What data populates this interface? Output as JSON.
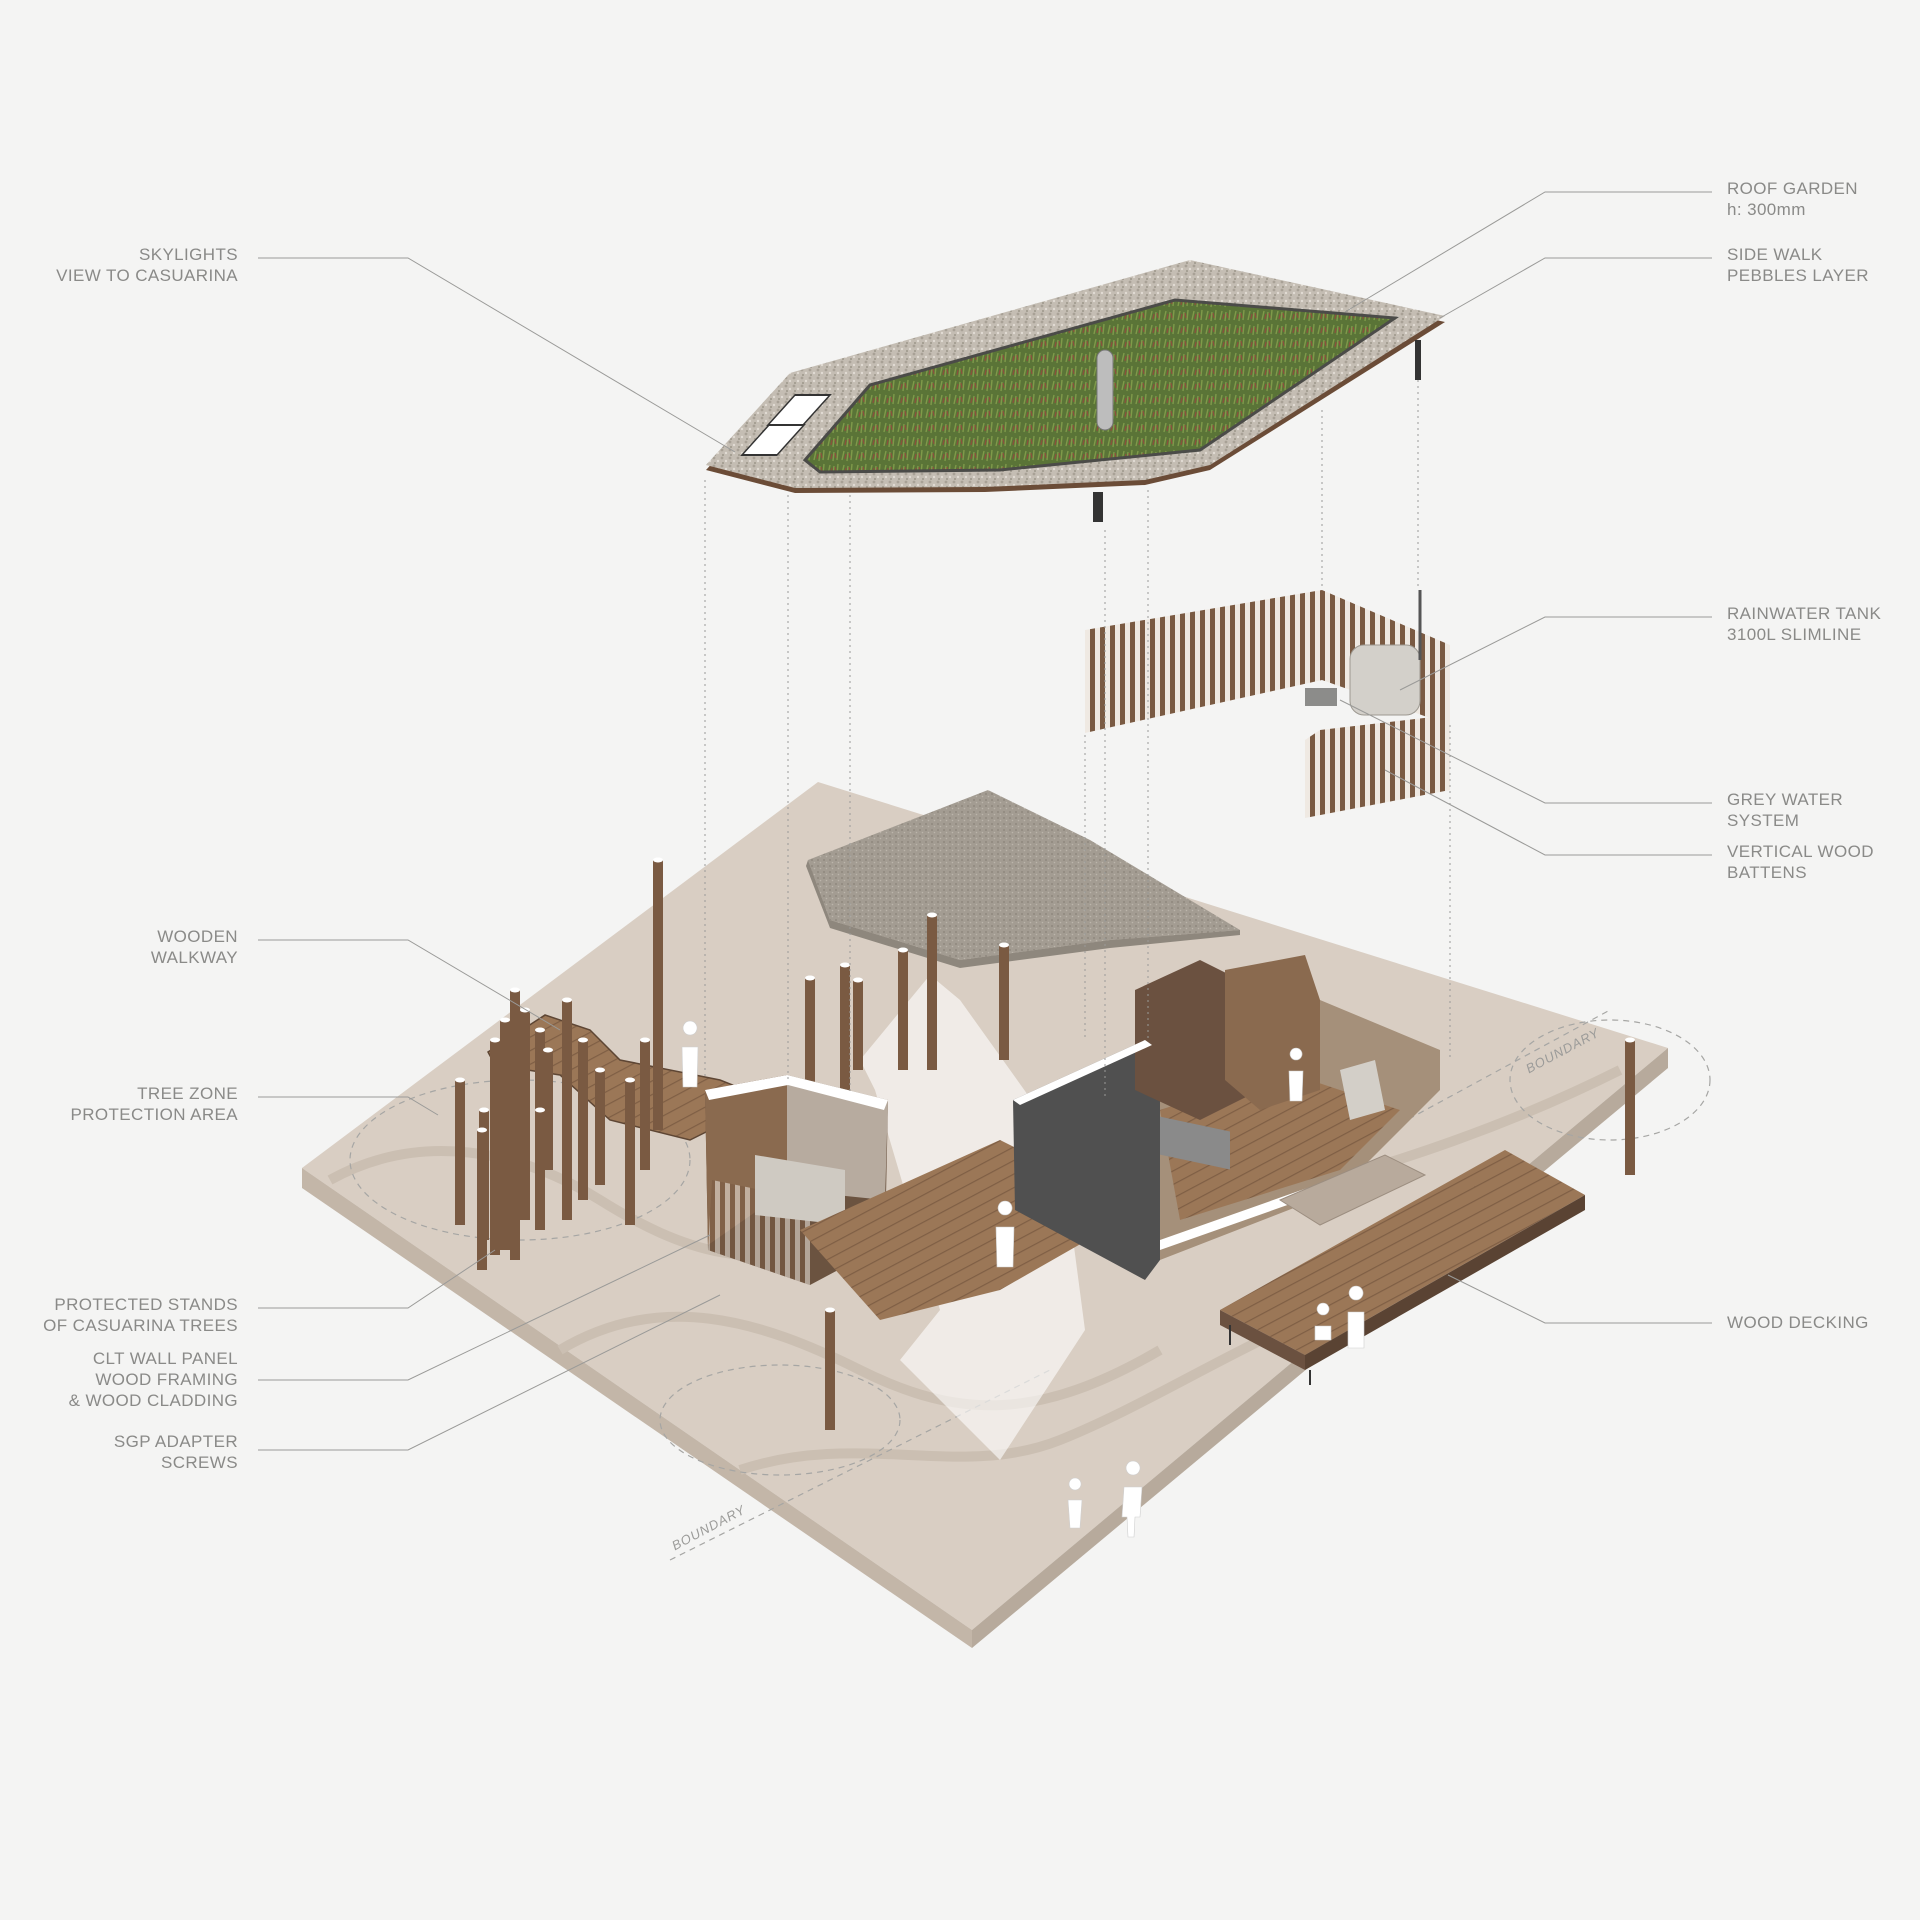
{
  "colors": {
    "background": "#f4f4f3",
    "ground_top": "#d8cdc2",
    "ground_side": "#c9bdb0",
    "wood": "#8a6a4f",
    "wood_dark": "#5e4634",
    "roof_green": "#5f7a3b",
    "pebbles": "#bdb6ac",
    "leader": "#9a9a98",
    "arrow": "#ffffff"
  },
  "labels": {
    "skylights": [
      "SKYLIGHTS",
      "VIEW TO CASUARINA"
    ],
    "roof_garden": [
      "ROOF GARDEN",
      "h: 300mm"
    ],
    "side_walk": [
      "SIDE WALK",
      "PEBBLES LAYER"
    ],
    "rainwater_tank": [
      "RAINWATER TANK",
      "3100L SLIMLINE"
    ],
    "grey_water": [
      "GREY WATER",
      "SYSTEM"
    ],
    "vertical_battens": [
      "VERTICAL WOOD",
      "BATTENS"
    ],
    "wooden_walkway": [
      "WOODEN",
      "WALKWAY"
    ],
    "tree_zone": [
      "TREE ZONE",
      "PROTECTION AREA"
    ],
    "protected_stands": [
      "PROTECTED STANDS",
      "OF CASUARINA TREES"
    ],
    "clt_panel": [
      "CLT WALL PANEL",
      "WOOD FRAMING",
      "& WOOD CLADDING"
    ],
    "sgp_screws": [
      "SGP ADAPTER",
      "SCREWS"
    ],
    "wood_decking": [
      "WOOD DECKING"
    ]
  },
  "boundary_labels": [
    "BOUNDARY",
    "BOUNDARY"
  ]
}
